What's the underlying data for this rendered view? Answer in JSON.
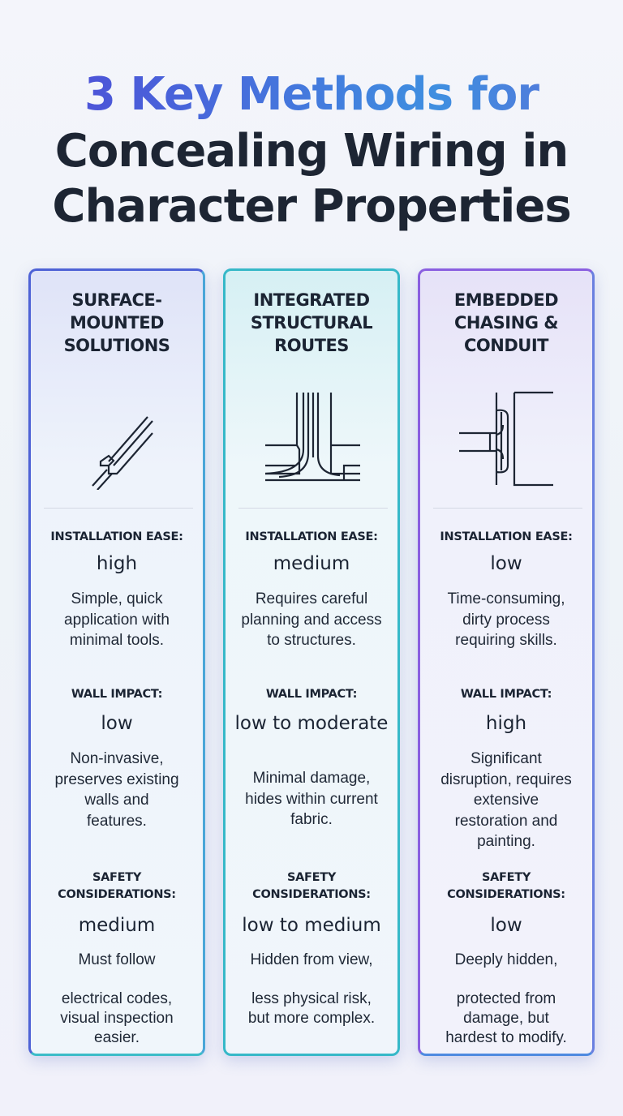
{
  "title": {
    "line1": "3 Key Methods for",
    "line2": "Concealing Wiring in",
    "line3": "Character Properties"
  },
  "columns": [
    {
      "header": "SURFACE-\nMOUNTED\nSOLUTIONS",
      "icon": "surface-raceway-icon",
      "installation": {
        "label": "INSTALLATION EASE:",
        "value": "high",
        "desc": "Simple, quick\napplication with\nminimal tools."
      },
      "wall": {
        "label": "WALL IMPACT:",
        "value": "low",
        "desc": "Non-invasive,\npreserves existing\nwalls and\nfeatures."
      },
      "safety": {
        "label": "SAFETY\nCONSIDERATIONS:",
        "value": "medium",
        "desc": "Must follow\n\nelectrical codes,\nvisual inspection\neasier."
      }
    },
    {
      "header": "INTEGRATED\nSTRUCTURAL\nROUTES",
      "icon": "structural-route-icon",
      "installation": {
        "label": "INSTALLATION EASE:",
        "value": "medium",
        "desc": "Requires careful\nplanning and access\nto structures."
      },
      "wall": {
        "label": "WALL IMPACT:",
        "value": "low to moderate",
        "desc": "Minimal damage,\nhides within current\nfabric."
      },
      "safety": {
        "label": "SAFETY\nCONSIDERATIONS:",
        "value": "low to medium",
        "desc": "Hidden from view,\n\nless physical risk,\nbut more complex."
      }
    },
    {
      "header": "EMBEDDED\nCHASING &\nCONDUIT",
      "icon": "embedded-conduit-icon",
      "installation": {
        "label": "INSTALLATION EASE:",
        "value": "low",
        "desc": "Time-consuming,\ndirty process\nrequiring skills."
      },
      "wall": {
        "label": "WALL IMPACT:",
        "value": "high",
        "desc": "Significant\ndisruption, requires\nextensive\nrestoration and\npainting."
      },
      "safety": {
        "label": "SAFETY\nCONSIDERATIONS:",
        "value": "low",
        "desc": "Deeply hidden,\n\nprotected from\ndamage, but\nhardest to modify."
      }
    }
  ]
}
